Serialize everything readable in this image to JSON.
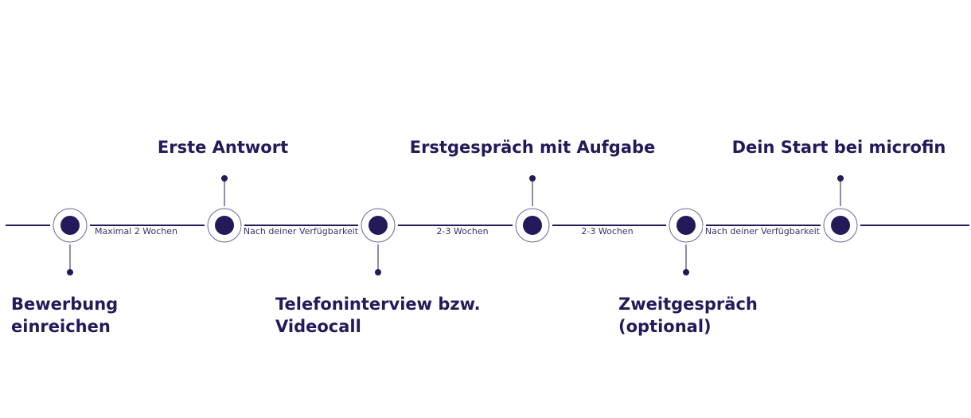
{
  "colors": {
    "primary": "#231a5a",
    "ring": "#6b6797",
    "background": "#ffffff"
  },
  "steps": [
    {
      "lines": [
        "Bewerbung",
        "einreichen"
      ],
      "position": "below"
    },
    {
      "lines": [
        "Erste Antwort"
      ],
      "position": "above"
    },
    {
      "lines": [
        "Telefoninterview bzw.",
        "Videocall"
      ],
      "position": "below"
    },
    {
      "lines": [
        "Erstgespräch mit Aufgabe"
      ],
      "position": "above"
    },
    {
      "lines": [
        "Zweitgespräch",
        "(optional)"
      ],
      "position": "below"
    },
    {
      "lines": [
        "Dein Start bei microfin"
      ],
      "position": "above"
    }
  ],
  "durations": [
    "Maximal 2 Wochen",
    "Nach deiner Verfügbarkeit",
    "2-3 Wochen",
    "2-3 Wochen",
    "Nach deiner Verfügbarkeit"
  ]
}
